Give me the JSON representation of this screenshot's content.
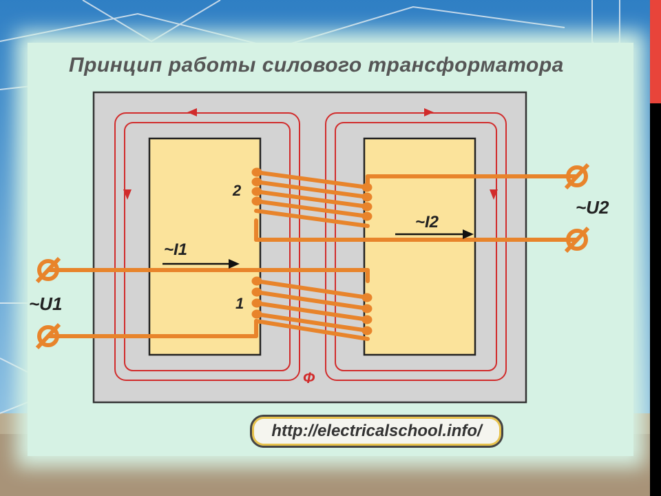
{
  "title": "Принцип работы силового трансформатора",
  "url": "http://electricalschool.info/",
  "labels": {
    "winding_1": "1",
    "winding_2": "2",
    "current_1": "~I1",
    "current_2": "~I2",
    "voltage_1": "~U1",
    "voltage_2": "~U2",
    "flux": "Ф"
  },
  "colors": {
    "wire": "#e8842b",
    "flux": "#d12b2b",
    "core": "#d3d3d3",
    "window": "#fbe39b",
    "panel": "#d6f2e4"
  },
  "icons": [
    "terminal-icon",
    "arrow-icon"
  ]
}
